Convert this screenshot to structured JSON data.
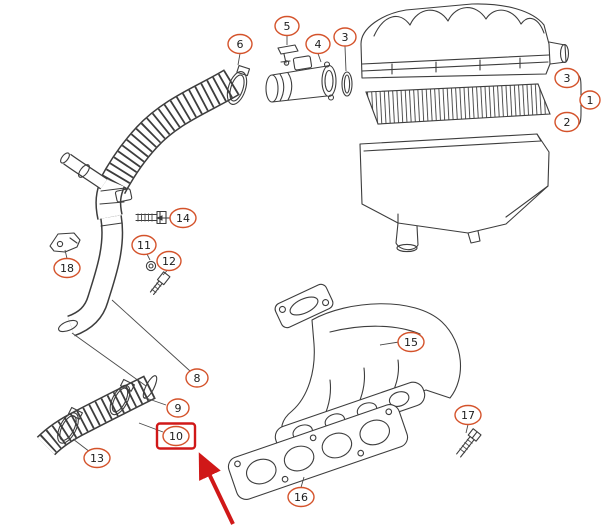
{
  "diagram": {
    "type": "exploded-parts-diagram",
    "colors": {
      "line": "#3d3d3d",
      "callout_stroke": "#d4522a",
      "highlight": "#d01818",
      "background": "#ffffff"
    },
    "callouts": {
      "c1": "1",
      "c2": "2",
      "c3a": "3",
      "c3b": "3",
      "c4": "4",
      "c5": "5",
      "c6": "6",
      "c8": "8",
      "c9": "9",
      "c10": "10",
      "c11": "11",
      "c12": "12",
      "c13": "13",
      "c14": "14",
      "c15": "15",
      "c16": "16",
      "c17": "17",
      "c18": "18"
    },
    "highlight": {
      "boxed_callout": "10",
      "arrow": true
    },
    "bracket_group": {
      "members": [
        "3",
        "2"
      ],
      "points_to": "1"
    }
  }
}
